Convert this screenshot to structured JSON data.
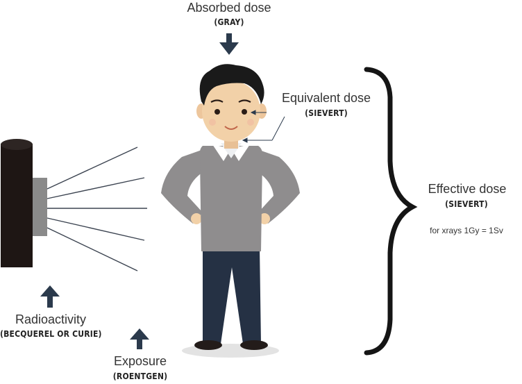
{
  "absorbed": {
    "title": "Absorbed dose",
    "unit": "(GRAY)"
  },
  "equivalent": {
    "title": "Equivalent dose",
    "unit": "(SIEVERT)"
  },
  "effective": {
    "title": "Effective dose",
    "unit": "(SIEVERT)",
    "note": "for xrays 1Gy = 1Sv"
  },
  "radioactivity": {
    "title": "Radioactivity",
    "unit": "(BECQUEREL OR CURIE)"
  },
  "exposure": {
    "title": "Exposure",
    "unit": "(ROENTGEN)"
  },
  "colors": {
    "arrow": "#2b3a4c",
    "source": "#1e1614",
    "sweater": "#8f8d8e",
    "pants": "#253144",
    "hair": "#1a1a1a",
    "skin": "#f2d1a8",
    "ray": "#3b4350"
  }
}
